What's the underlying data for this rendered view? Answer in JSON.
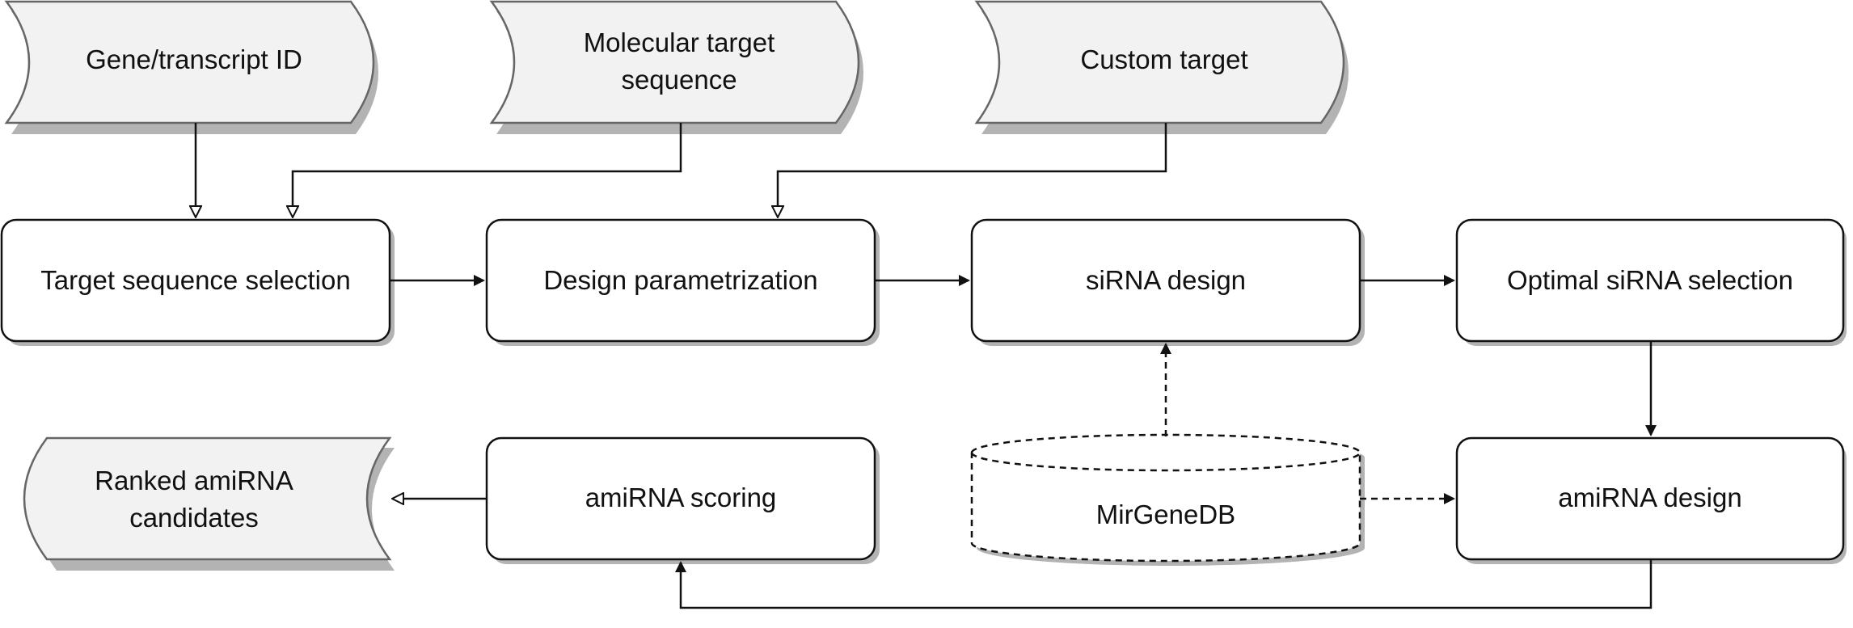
{
  "inputs": {
    "gene_transcript_id": "Gene/transcript ID",
    "molecular_target_line1": "Molecular target",
    "molecular_target_line2": "sequence",
    "custom_target": "Custom target"
  },
  "steps": {
    "target_sequence_selection": "Target sequence selection",
    "design_parametrization": "Design parametrization",
    "sirna_design": "siRNA design",
    "optimal_sirna_selection": "Optimal siRNA selection",
    "amirna_design": "amiRNA design",
    "amirna_scoring": "amiRNA scoring"
  },
  "database": {
    "label": "MirGeneDB"
  },
  "output": {
    "line1": "Ranked amiRNA",
    "line2": "candidates"
  },
  "colors": {
    "shape_fill": "#ffffff",
    "io_fill": "#f2f2f2",
    "stroke": "#111111",
    "io_stroke": "#666666",
    "shadow": "#b3b3b3"
  }
}
